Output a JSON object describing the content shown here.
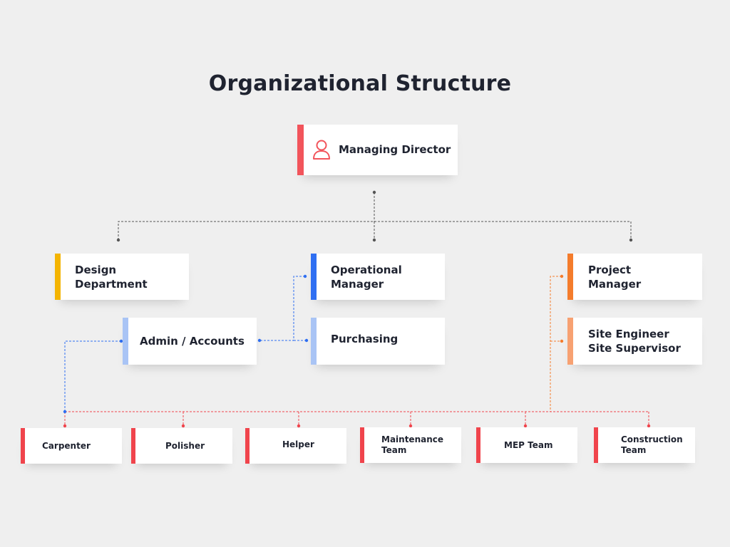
{
  "title": "Organizational Structure",
  "top": {
    "label": "Managing Director",
    "icon": "user-icon",
    "color": "#f2545b"
  },
  "departments": [
    {
      "id": "design",
      "label": "Design\nDepartment",
      "color": "#f4b400"
    },
    {
      "id": "admin",
      "label": "Admin / Accounts",
      "color": "#a9c4f5"
    },
    {
      "id": "operational",
      "label": "Operational\nManager",
      "color": "#2f6ff2"
    },
    {
      "id": "purchasing",
      "label": "Purchasing",
      "color": "#a9c4f5"
    },
    {
      "id": "project",
      "label": "Project\nManager",
      "color": "#f47c2c"
    },
    {
      "id": "site",
      "label": "Site Engineer\nSite Supervisor",
      "color": "#f7a172"
    }
  ],
  "teams": [
    {
      "label": "Carpenter"
    },
    {
      "label": "Polisher"
    },
    {
      "label": "Helper"
    },
    {
      "label": "Maintenance\nTeam"
    },
    {
      "label": "MEP Team"
    },
    {
      "label": "Construction\nTeam"
    }
  ],
  "team_color": "#f0444c",
  "line_colors": {
    "main": "#555555",
    "blue": "#2f6ff2",
    "orange": "#f47c2c",
    "red": "#f0444c"
  }
}
